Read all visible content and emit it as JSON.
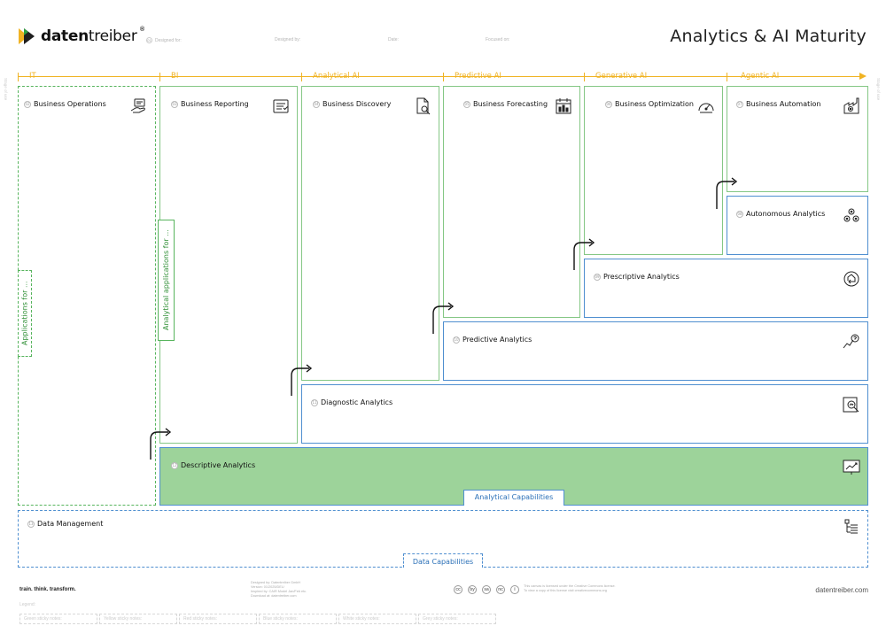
{
  "brand": {
    "name_bold": "daten",
    "name_light": "treiber",
    "registered": "®",
    "tagline": "train. think. transform.",
    "domain": "datentreiber.com",
    "colors": {
      "accent_yellow": "#f0b323",
      "green": "#57b45d",
      "blue": "#4f8fd0",
      "fill_green": "#9dd39a"
    }
  },
  "page_title": "Analytics & AI Maturity",
  "meta": [
    {
      "num": "01",
      "label": "Designed for:"
    },
    {
      "num": "",
      "label": "Designed by:"
    },
    {
      "num": "",
      "label": "Date:"
    },
    {
      "num": "",
      "label": "Focused on:"
    }
  ],
  "stages": [
    "IT",
    "BI",
    "Analytical AI",
    "Predictive AI",
    "Generative AI",
    "Agentic AI"
  ],
  "side_notes": {
    "left": "Stage of use",
    "right": "Stage of use"
  },
  "columns": [
    {
      "num": "02",
      "title": "Business Operations",
      "icon": "hand-laptop-icon"
    },
    {
      "num": "03",
      "title": "Business Reporting",
      "icon": "report-list-icon"
    },
    {
      "num": "04",
      "title": "Business Discovery",
      "icon": "document-search-icon"
    },
    {
      "num": "05",
      "title": "Business Forecasting",
      "icon": "calendar-chart-icon"
    },
    {
      "num": "06",
      "title": "Business Optimization",
      "icon": "speedometer-icon"
    },
    {
      "num": "07",
      "title": "Business Automation",
      "icon": "factory-gear-icon"
    }
  ],
  "capabilities": [
    {
      "num": "08",
      "title": "Autonomous Analytics",
      "icon": "gears-cluster-icon"
    },
    {
      "num": "09",
      "title": "Prescriptive Analytics",
      "icon": "circular-arrow-icon"
    },
    {
      "num": "10",
      "title": "Predictive Analytics",
      "icon": "chart-question-icon"
    },
    {
      "num": "11",
      "title": "Diagnostic Analytics",
      "icon": "magnifier-chart-icon"
    },
    {
      "num": "12",
      "title": "Descriptive Analytics",
      "icon": "presentation-chart-icon"
    }
  ],
  "data_management": {
    "num": "13",
    "title": "Data Management",
    "icon": "data-list-icon"
  },
  "group_labels": {
    "applications": "Applications for ...",
    "analytical_applications": "Analytical applications for ...",
    "analytical_capabilities": "Analytical Capabilities",
    "data_capabilities": "Data Capabilities"
  },
  "footer": {
    "credits": [
      "Designed by: Datentreiber GmbH",
      "Version: 01/2025/DEU",
      "Inspired by: CAIR Model Jan/Feb etc.",
      "Download at: datentreiber.com"
    ],
    "license": [
      "This canvas is licensed under the Creative Commons license.",
      "To view a copy of this license visit creativecommons.org"
    ],
    "cc_icons": [
      "cc",
      "by",
      "sa",
      "nc",
      "nd",
      "i"
    ],
    "legend_title": "Legend:",
    "legend_items": [
      "Green sticky notes:",
      "Yellow sticky notes:",
      "Red sticky notes:",
      "Blue sticky notes:",
      "White sticky notes:",
      "Grey sticky notes:"
    ]
  }
}
